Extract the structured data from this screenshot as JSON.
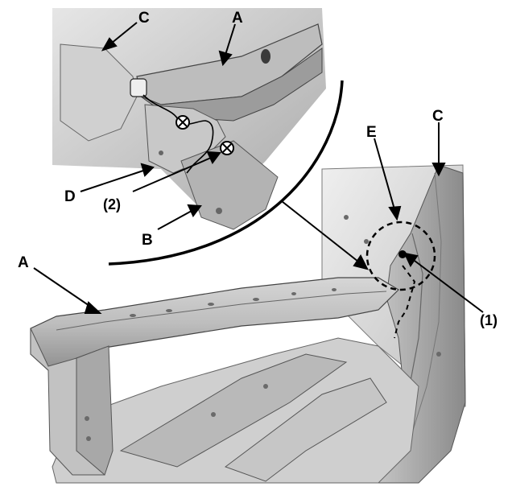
{
  "labels": {
    "c_top": "C",
    "a_top": "A",
    "e": "E",
    "c_right": "C",
    "d": "D",
    "two": "(2)",
    "b": "B",
    "a_left": "A",
    "one": "(1)"
  },
  "colors": {
    "ink": "#000000",
    "metal_light": "#d9d9d9",
    "metal_mid": "#b8b8b8",
    "metal_dark": "#8c8c8c",
    "background": "#ffffff"
  },
  "icons": {
    "bolt": "bolt-icon",
    "spot_weld": "weld-point-icon"
  }
}
